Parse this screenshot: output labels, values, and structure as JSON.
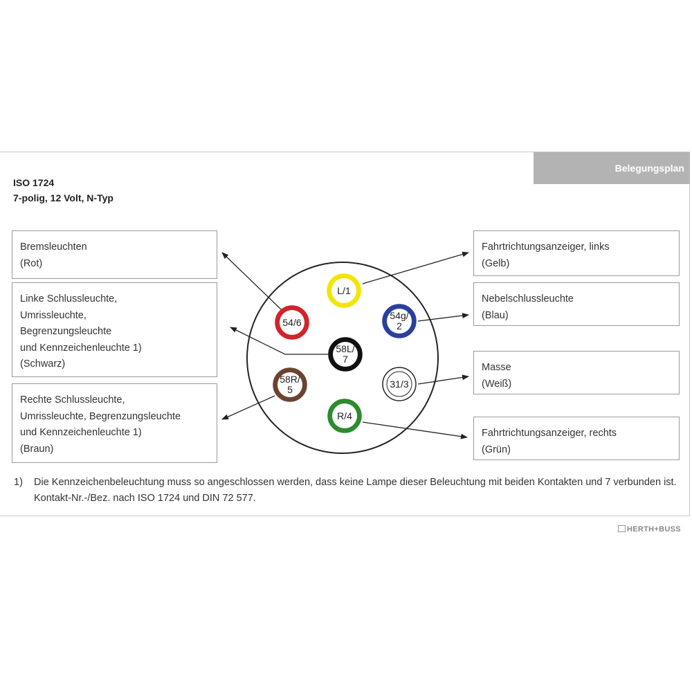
{
  "header": {
    "tab_label": "Belegungsplan"
  },
  "title": "ISO 1724",
  "subtitle": "7-polig, 12 Volt, N-Typ",
  "colors": {
    "red": "#d2232a",
    "yellow": "#f2e600",
    "blue": "#2b3f9e",
    "black": "#111111",
    "brown": "#6b4431",
    "white": "#ffffff",
    "green": "#2e8b2e",
    "tab": "#b3b3b3"
  },
  "left_boxes": [
    {
      "lines": [
        "Bremsleuchten",
        "(Rot)"
      ]
    },
    {
      "lines": [
        "Linke Schlussleuchte,",
        "Umrissleuchte,",
        "Begrenzungsleuchte",
        "und Kennzeichenleuchte 1)",
        "(Schwarz)"
      ]
    },
    {
      "lines": [
        "Rechte Schlussleuchte,",
        "Umrissleuchte,  Begrenzungsleuchte",
        "und Kennzeichenleuchte 1)",
        "(Braun)"
      ]
    }
  ],
  "right_boxes": [
    {
      "lines": [
        "Fahrtrichtungsanzeiger, links",
        "(Gelb)"
      ]
    },
    {
      "lines": [
        "Nebelschlussleuchte",
        "(Blau)"
      ]
    },
    {
      "lines": [
        "Masse",
        "(Weiß)"
      ]
    },
    {
      "lines": [
        "Fahrtrichtungsanzeiger, rechts",
        "(Grün)"
      ]
    }
  ],
  "pins": [
    {
      "id": "pin-6",
      "line1": "54/6",
      "line2": "",
      "color_key": "red"
    },
    {
      "id": "pin-1",
      "line1": "L/1",
      "line2": "",
      "color_key": "yellow"
    },
    {
      "id": "pin-2",
      "line1": "54g/",
      "line2": "2",
      "color_key": "blue"
    },
    {
      "id": "pin-7",
      "line1": "58L/",
      "line2": "7",
      "color_key": "black"
    },
    {
      "id": "pin-5",
      "line1": "58R/",
      "line2": "5",
      "color_key": "brown"
    },
    {
      "id": "pin-3",
      "line1": "31/3",
      "line2": "",
      "color_key": "white"
    },
    {
      "id": "pin-4",
      "line1": "R/4",
      "line2": "",
      "color_key": "green"
    }
  ],
  "footnote": {
    "marker": "1)",
    "text": "Die Kennzeichenbeleuchtung muss so angeschlossen werden, dass keine Lampe dieser Beleuchtung mit beiden Kontakten und 7 verbunden ist. Kontakt-Nr.-/Bez. nach ISO 1724 und DIN 72 577."
  },
  "logo": {
    "text": "HERTH+BUSS"
  }
}
